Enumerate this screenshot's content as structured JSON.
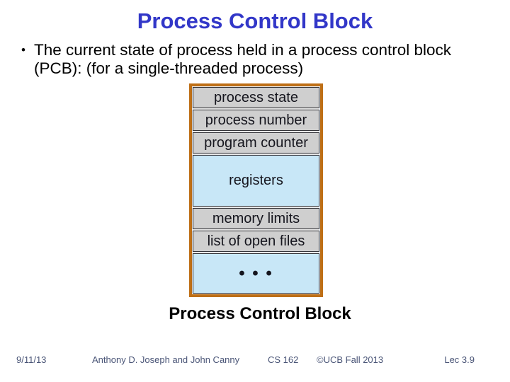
{
  "title": "Process Control Block",
  "bullet": {
    "marker": "•",
    "text": "The current state of process held in a process control block (PCB): (for a single-threaded process)"
  },
  "diagram": {
    "caption": "Process Control Block",
    "rows": [
      {
        "label": "process state",
        "color": "gray"
      },
      {
        "label": "process number",
        "color": "gray"
      },
      {
        "label": "program counter",
        "color": "gray"
      },
      {
        "label": "registers",
        "color": "blue",
        "tall": true
      },
      {
        "label": "memory limits",
        "color": "gray"
      },
      {
        "label": "list of open files",
        "color": "gray"
      },
      {
        "label": "• • •",
        "color": "blue",
        "dots": true
      }
    ]
  },
  "footer": {
    "date": "9/11/13",
    "authors": "Anthony D. Joseph and John Canny",
    "course": "CS 162",
    "copyright": "©UCB Fall 2013",
    "lecture": "Lec 3.9"
  },
  "colors": {
    "title_blue": "#3237C8",
    "body_text": "#000000",
    "footer_text": "#4A5577",
    "diagram_border": "#BE6F16",
    "row_gray": "#CFCFCF",
    "row_blue": "#C8E7F7",
    "row_outline": "#333338",
    "row_text": "#16161E"
  }
}
